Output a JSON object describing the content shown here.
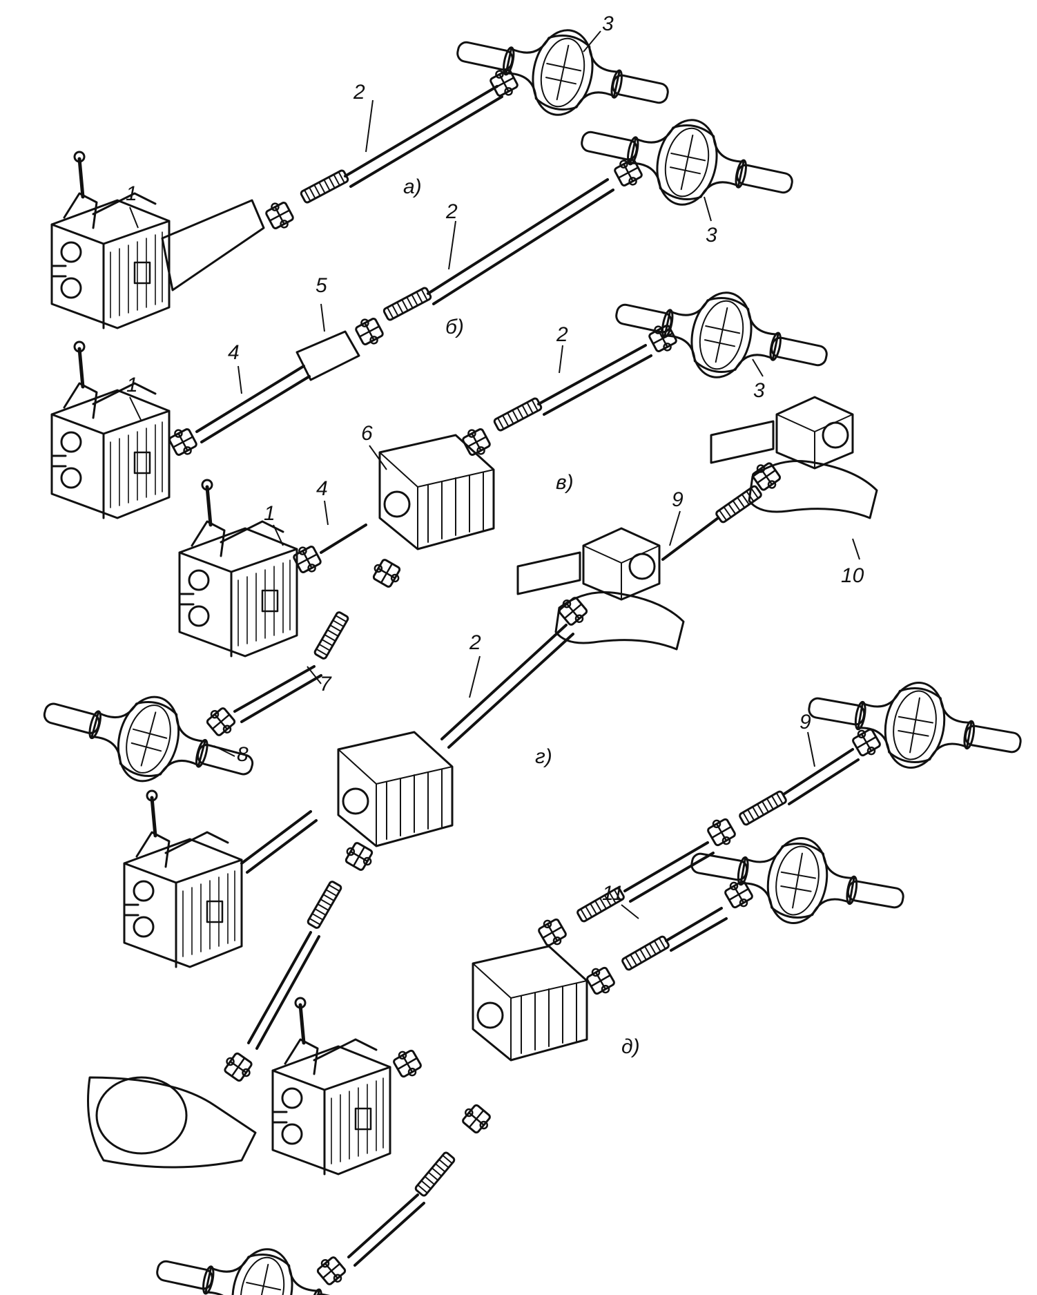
{
  "figure": {
    "variant_labels": {
      "a": "а)",
      "b": "б)",
      "v": "в)",
      "g": "г)",
      "d": "д)"
    },
    "part_numbers": {
      "p1": "1",
      "p2": "2",
      "p3": "3",
      "p4": "4",
      "p5": "5",
      "p6": "6",
      "p7": "7",
      "p8": "8",
      "p9": "9",
      "p10": "10",
      "p11": "11"
    }
  },
  "colors": {
    "ink": "#111111",
    "paper": "#ffffff"
  }
}
